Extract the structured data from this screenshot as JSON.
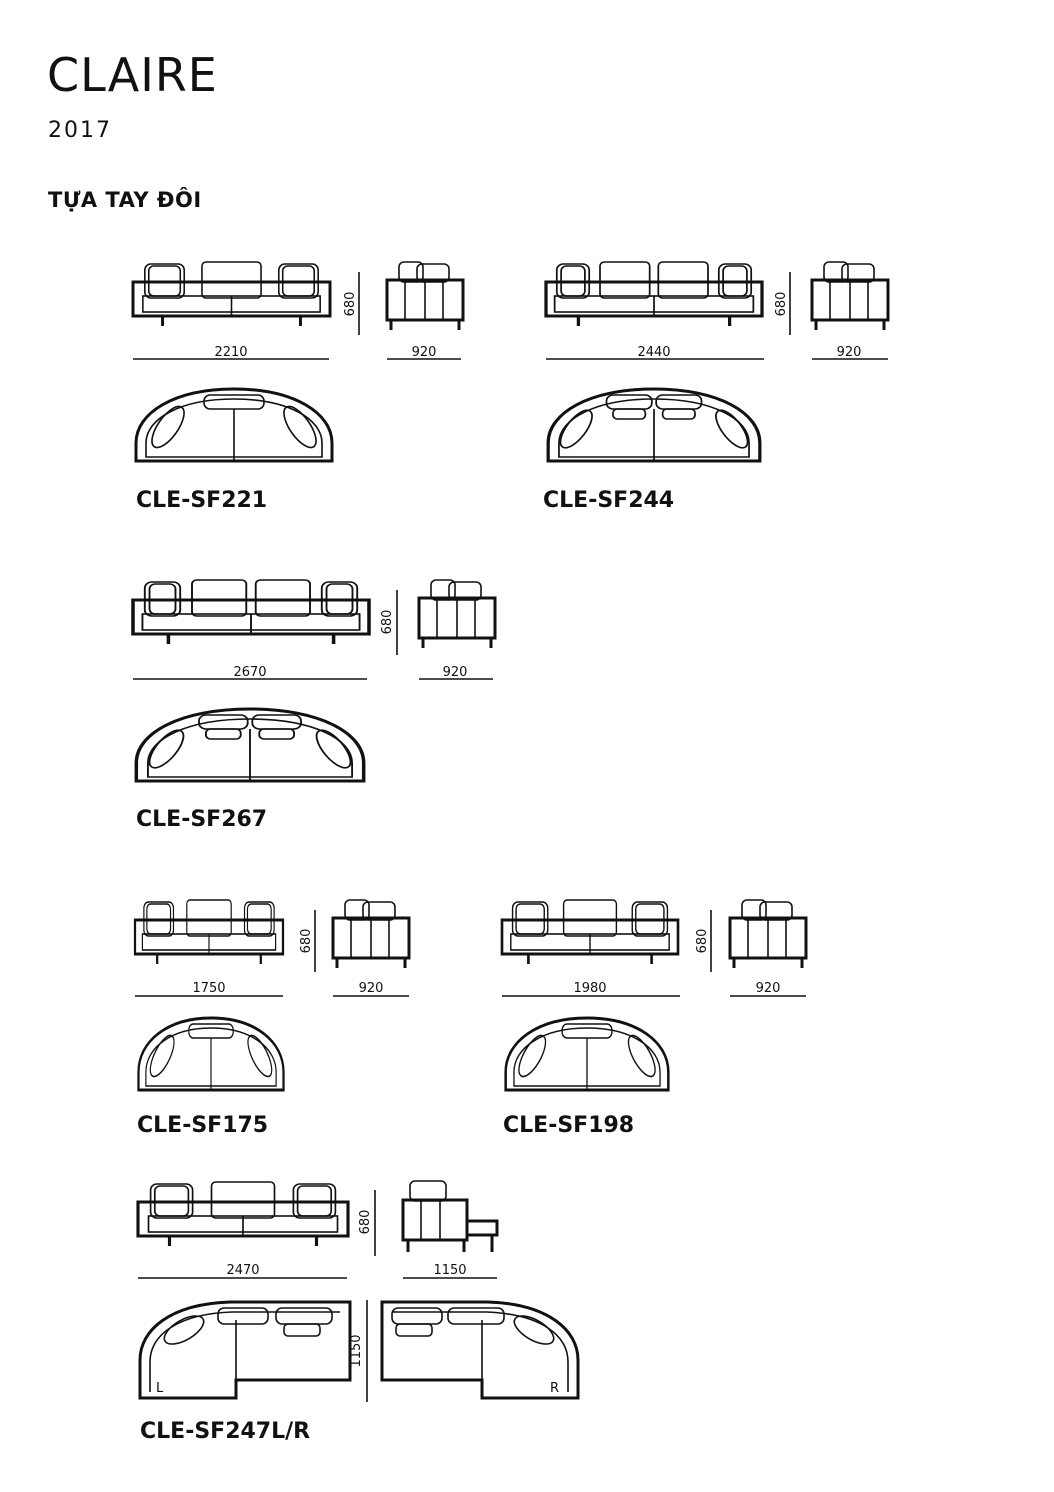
{
  "header": {
    "title": "CLAIRE",
    "year": "2017",
    "section": "TỰA TAY ĐÔI"
  },
  "products": [
    {
      "code": "CLE-SF221",
      "width": "2210",
      "height": "680",
      "depth": "920"
    },
    {
      "code": "CLE-SF244",
      "width": "2440",
      "height": "680",
      "depth": "920"
    },
    {
      "code": "CLE-SF267",
      "width": "2670",
      "height": "680",
      "depth": "920"
    },
    {
      "code": "CLE-SF175",
      "width": "1750",
      "height": "680",
      "depth": "920"
    },
    {
      "code": "CLE-SF198",
      "width": "1980",
      "height": "680",
      "depth": "920"
    },
    {
      "code": "CLE-SF247L/R",
      "width": "2470",
      "height": "680",
      "depth": "1150",
      "plan_depth": "1150",
      "left_tag": "L",
      "right_tag": "R"
    }
  ]
}
